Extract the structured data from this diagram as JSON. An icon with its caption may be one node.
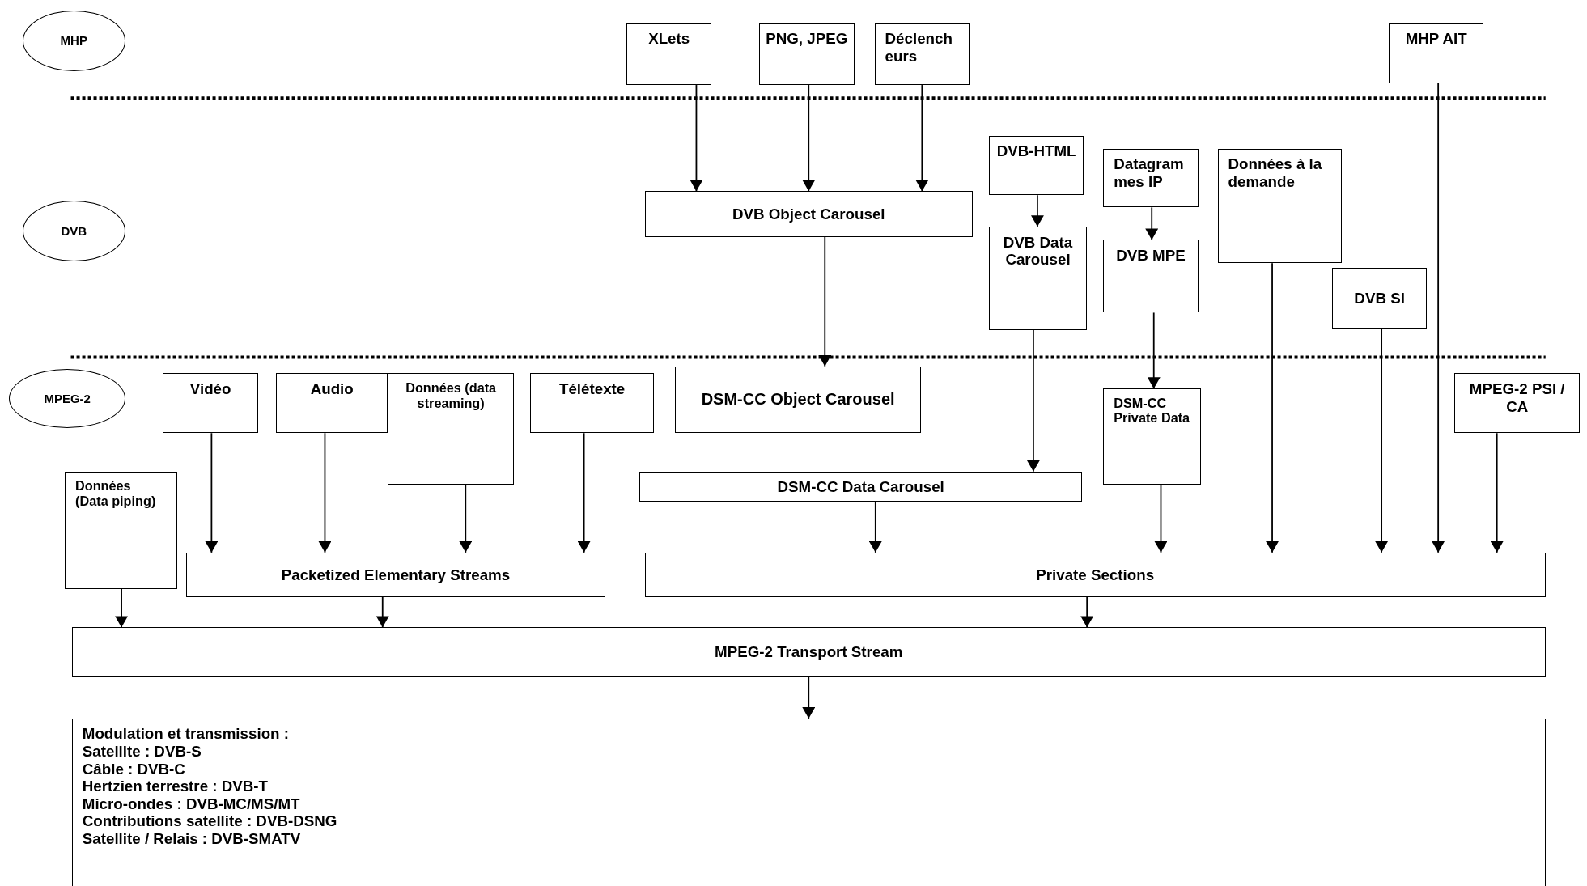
{
  "diagram": {
    "nodes": [
      {
        "text": [
          "MHP"
        ]
      },
      {
        "text": [
          "XLets"
        ]
      },
      {
        "text": [
          "PNG, JPEG"
        ]
      },
      {
        "text": [
          "Déclencheurs"
        ]
      },
      {
        "text": [
          "MHP AIT"
        ]
      },
      {
        "text": [
          "DVB"
        ]
      },
      {
        "text": [
          "DVB Object Carousel"
        ]
      },
      {
        "text": [
          "DVB-HTML"
        ]
      },
      {
        "text": [
          "Datagrammes IP"
        ]
      },
      {
        "text": [
          "Données à la demande"
        ]
      },
      {
        "text": [
          "DVB Data Carousel"
        ]
      },
      {
        "text": [
          "DVB MPE"
        ]
      },
      {
        "text": [
          "DVB SI"
        ]
      },
      {
        "text": [
          "MPEG-2"
        ]
      },
      {
        "text": [
          "Vidéo"
        ]
      },
      {
        "text": [
          "Audio"
        ]
      },
      {
        "text": [
          "Données (data streaming)"
        ]
      },
      {
        "text": [
          "Télétexte"
        ]
      },
      {
        "text": [
          "DSM-CC Object Carousel"
        ]
      },
      {
        "text": [
          "DSM-CC Private Data"
        ]
      },
      {
        "text": [
          "MPEG-2 PSI / CA"
        ]
      },
      {
        "text": [
          "Données (Data piping)"
        ]
      },
      {
        "text": [
          "DSM-CC Data Carousel"
        ]
      },
      {
        "text": [
          "Packetized Elementary Streams"
        ]
      },
      {
        "text": [
          "Private Sections"
        ]
      },
      {
        "text": [
          "MPEG-2 Transport Stream"
        ]
      },
      {
        "text": [
          "Modulation et transmission :",
          "Satellite : DVB-S",
          "Câble : DVB-C",
          "Hertzien terrestre : DVB-T",
          "Micro-ondes : DVB-MC/MS/MT",
          "Contributions satellite : DVB-DSNG",
          "Satellite / Relais : DVB-SMATV"
        ]
      }
    ],
    "edges": [
      {
        "from": 1,
        "to": 6,
        "arrow": "to"
      },
      {
        "from": 2,
        "to": 6,
        "arrow": "to"
      },
      {
        "from": 3,
        "to": 6,
        "arrow": "to"
      },
      {
        "from": 4,
        "to": 24,
        "arrow": "to"
      },
      {
        "from": 7,
        "to": 10,
        "arrow": "to"
      },
      {
        "from": 8,
        "to": 11,
        "arrow": "to"
      },
      {
        "from": 6,
        "to": 18,
        "arrow": "to"
      },
      {
        "from": 10,
        "to": 22,
        "arrow": "to"
      },
      {
        "from": 11,
        "to": 19,
        "arrow": "to"
      },
      {
        "from": 9,
        "to": 24,
        "arrow": "to"
      },
      {
        "from": 12,
        "to": 24,
        "arrow": "to"
      },
      {
        "from": 14,
        "to": 23,
        "arrow": "to"
      },
      {
        "from": 15,
        "to": 23,
        "arrow": "to"
      },
      {
        "from": 16,
        "to": 23,
        "arrow": "to"
      },
      {
        "from": 17,
        "to": 23,
        "arrow": "to"
      },
      {
        "from": 22,
        "to": 24,
        "arrow": "to"
      },
      {
        "from": 19,
        "to": 24,
        "arrow": "to"
      },
      {
        "from": 20,
        "to": 24,
        "arrow": "to"
      },
      {
        "from": 21,
        "to": 25,
        "arrow": "to"
      },
      {
        "from": 23,
        "to": 25,
        "arrow": "to"
      },
      {
        "from": 24,
        "to": 25,
        "arrow": "to"
      },
      {
        "from": 25,
        "to": 26,
        "arrow": "to"
      }
    ]
  }
}
